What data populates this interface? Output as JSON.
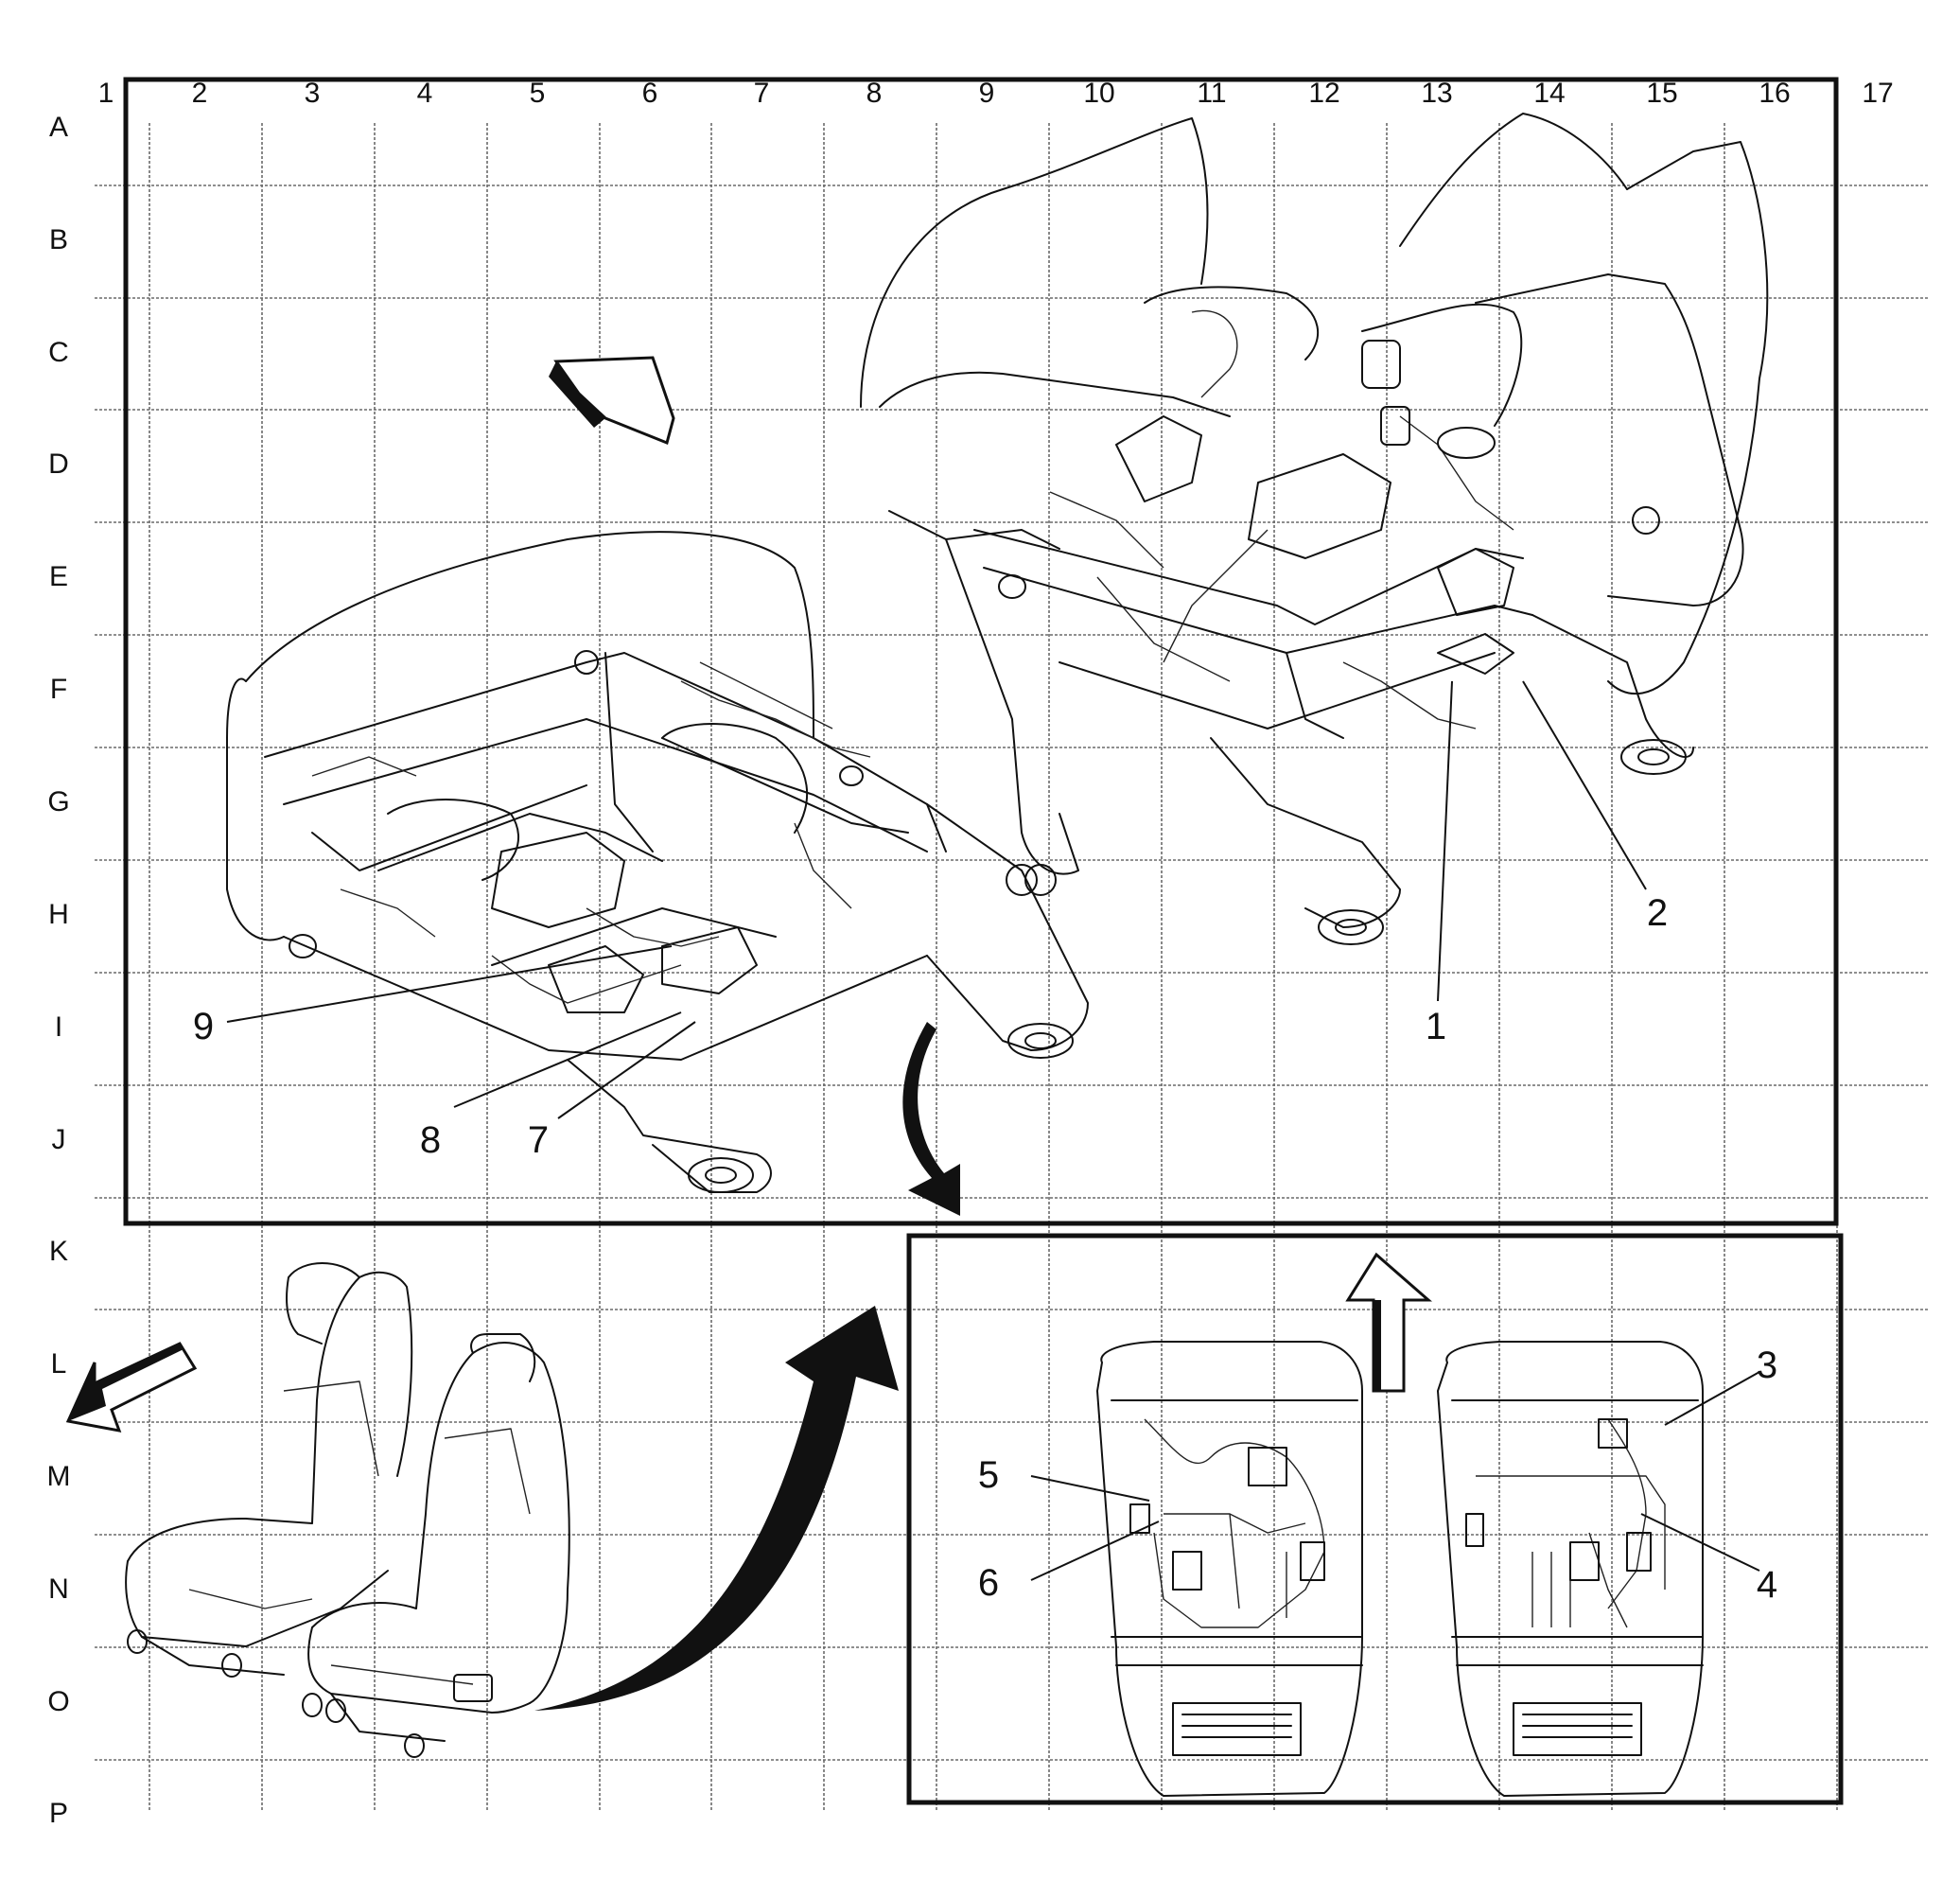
{
  "grid": {
    "columns": [
      "1",
      "2",
      "3",
      "4",
      "5",
      "6",
      "7",
      "8",
      "9",
      "10",
      "11",
      "12",
      "13",
      "14",
      "15",
      "16",
      "17"
    ],
    "rows": [
      "A",
      "B",
      "C",
      "D",
      "E",
      "F",
      "G",
      "H",
      "I",
      "J",
      "K",
      "L",
      "M",
      "N",
      "O",
      "P"
    ]
  },
  "callouts": [
    {
      "id": "1",
      "text": "1"
    },
    {
      "id": "2",
      "text": "2"
    },
    {
      "id": "3",
      "text": "3"
    },
    {
      "id": "4",
      "text": "4"
    },
    {
      "id": "5",
      "text": "5"
    },
    {
      "id": "6",
      "text": "6"
    },
    {
      "id": "7",
      "text": "7"
    },
    {
      "id": "8",
      "text": "8"
    },
    {
      "id": "9",
      "text": "9"
    }
  ],
  "colors": {
    "ink": "#111111",
    "grid": "#6a6a6a",
    "background": "#ffffff"
  }
}
